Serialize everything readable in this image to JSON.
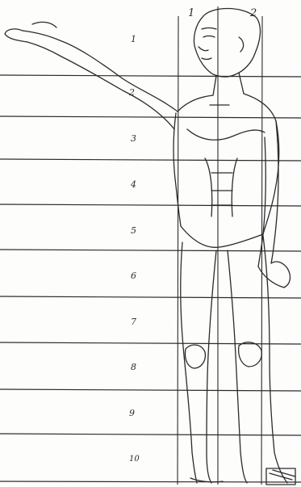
{
  "figure": {
    "vertical_line_labels": [
      "1",
      "2"
    ],
    "row_numbers": [
      "1",
      "2",
      "3",
      "4",
      "5",
      "6",
      "7",
      "8",
      "9",
      "10"
    ]
  },
  "colors": {
    "ink": "#2b2b2b",
    "paper": "#fdfdfc"
  }
}
